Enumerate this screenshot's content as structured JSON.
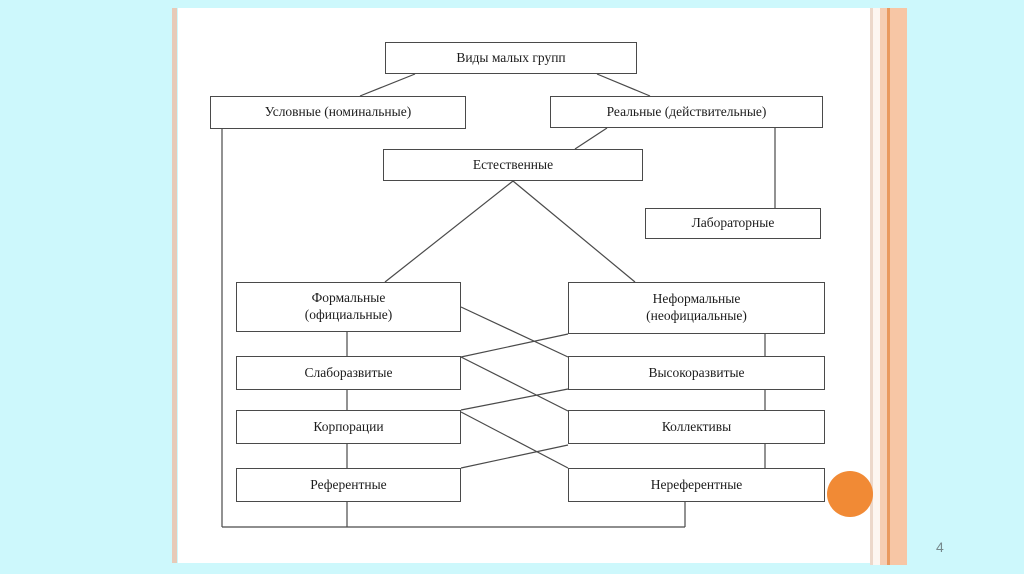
{
  "slide": {
    "footer": {
      "page_number": "4"
    },
    "colors": {
      "page_background": "#cdf8fc",
      "slide_background": "#ffffff",
      "stripe_peach": "#f7c6a5",
      "stripe_orange": "#e9995f",
      "accent_circle": "#f18a35",
      "line_color": "#4a4a4a"
    }
  },
  "diagram": {
    "nodes": {
      "root": {
        "label": "Виды малых групп"
      },
      "uslovnye": {
        "label": "Условные (номинальные)"
      },
      "realnye": {
        "label": "Реальные (действительные)"
      },
      "estestvennye": {
        "label": "Естественные"
      },
      "laboratornye": {
        "label": "Лабораторные"
      },
      "formalnye": {
        "label": "Формальные",
        "sublabel": "(официальные)"
      },
      "neformalnye": {
        "label": "Неформальные",
        "sublabel": "(неофициальные)"
      },
      "slaborazvitye": {
        "label": "Слаборазвитые"
      },
      "vysokorazvitye": {
        "label": "Высокоразвитые"
      },
      "korporacii": {
        "label": "Корпорации"
      },
      "kollektivy": {
        "label": "Коллективы"
      },
      "referentnye": {
        "label": "Референтные"
      },
      "nereferentnye": {
        "label": "Нереферентные"
      }
    }
  }
}
